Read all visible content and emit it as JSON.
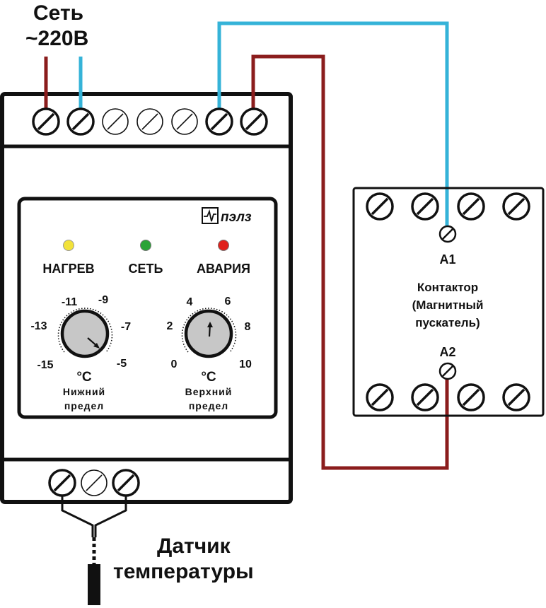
{
  "diagram": {
    "power_label_line1": "Сеть",
    "power_label_line2": "~220В",
    "brand": "пэлз",
    "indicators": [
      {
        "label": "НАГРЕВ",
        "color": "#f2e23a"
      },
      {
        "label": "СЕТЬ",
        "color": "#2aa336"
      },
      {
        "label": "АВАРИЯ",
        "color": "#e0211c"
      }
    ],
    "dial_lower": {
      "ticks": [
        "-11",
        "-9",
        "-13",
        "-7",
        "-15",
        "-5"
      ],
      "unit": "°C",
      "caption_line1": "Нижний",
      "caption_line2": "предел"
    },
    "dial_upper": {
      "ticks": [
        "4",
        "6",
        "2",
        "8",
        "0",
        "10"
      ],
      "unit": "°C",
      "caption_line1": "Верхний",
      "caption_line2": "предел"
    },
    "contactor": {
      "terminal_top": "A1",
      "terminal_bottom": "A2",
      "line1": "Контактор",
      "line2": "(Магнитный",
      "line3": "пускатель)"
    },
    "sensor_line1": "Датчик",
    "sensor_line2": "температуры",
    "wire_colors": {
      "phase": "#8b1d1d",
      "neutral": "#35b3d8"
    }
  }
}
